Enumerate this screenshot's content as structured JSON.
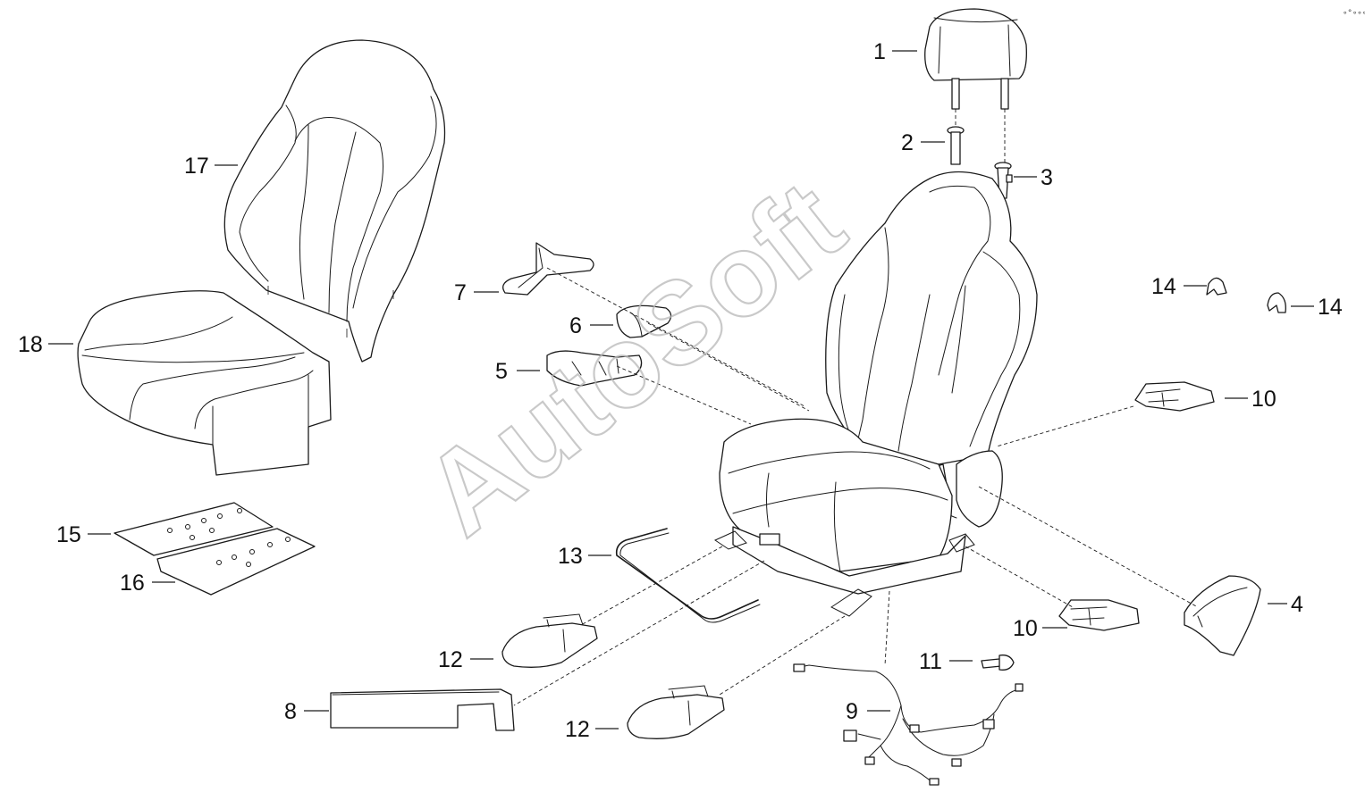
{
  "watermark": "AutoSoft",
  "corner_mark": "∘°∘∘∘",
  "callouts": [
    {
      "id": "c1",
      "label": "1"
    },
    {
      "id": "c2",
      "label": "2"
    },
    {
      "id": "c3",
      "label": "3"
    },
    {
      "id": "c4",
      "label": "4"
    },
    {
      "id": "c5",
      "label": "5"
    },
    {
      "id": "c6",
      "label": "6"
    },
    {
      "id": "c7",
      "label": "7"
    },
    {
      "id": "c8",
      "label": "8"
    },
    {
      "id": "c9",
      "label": "9"
    },
    {
      "id": "c10a",
      "label": "10"
    },
    {
      "id": "c10b",
      "label": "10"
    },
    {
      "id": "c11",
      "label": "11"
    },
    {
      "id": "c12a",
      "label": "12"
    },
    {
      "id": "c12b",
      "label": "12"
    },
    {
      "id": "c13",
      "label": "13"
    },
    {
      "id": "c14a",
      "label": "14"
    },
    {
      "id": "c14b",
      "label": "14"
    },
    {
      "id": "c15",
      "label": "15"
    },
    {
      "id": "c16",
      "label": "16"
    },
    {
      "id": "c17",
      "label": "17"
    },
    {
      "id": "c18",
      "label": "18"
    }
  ],
  "colors": {
    "line": "#1a1a1a",
    "watermark": "#b8b8b8",
    "background": "#ffffff"
  }
}
